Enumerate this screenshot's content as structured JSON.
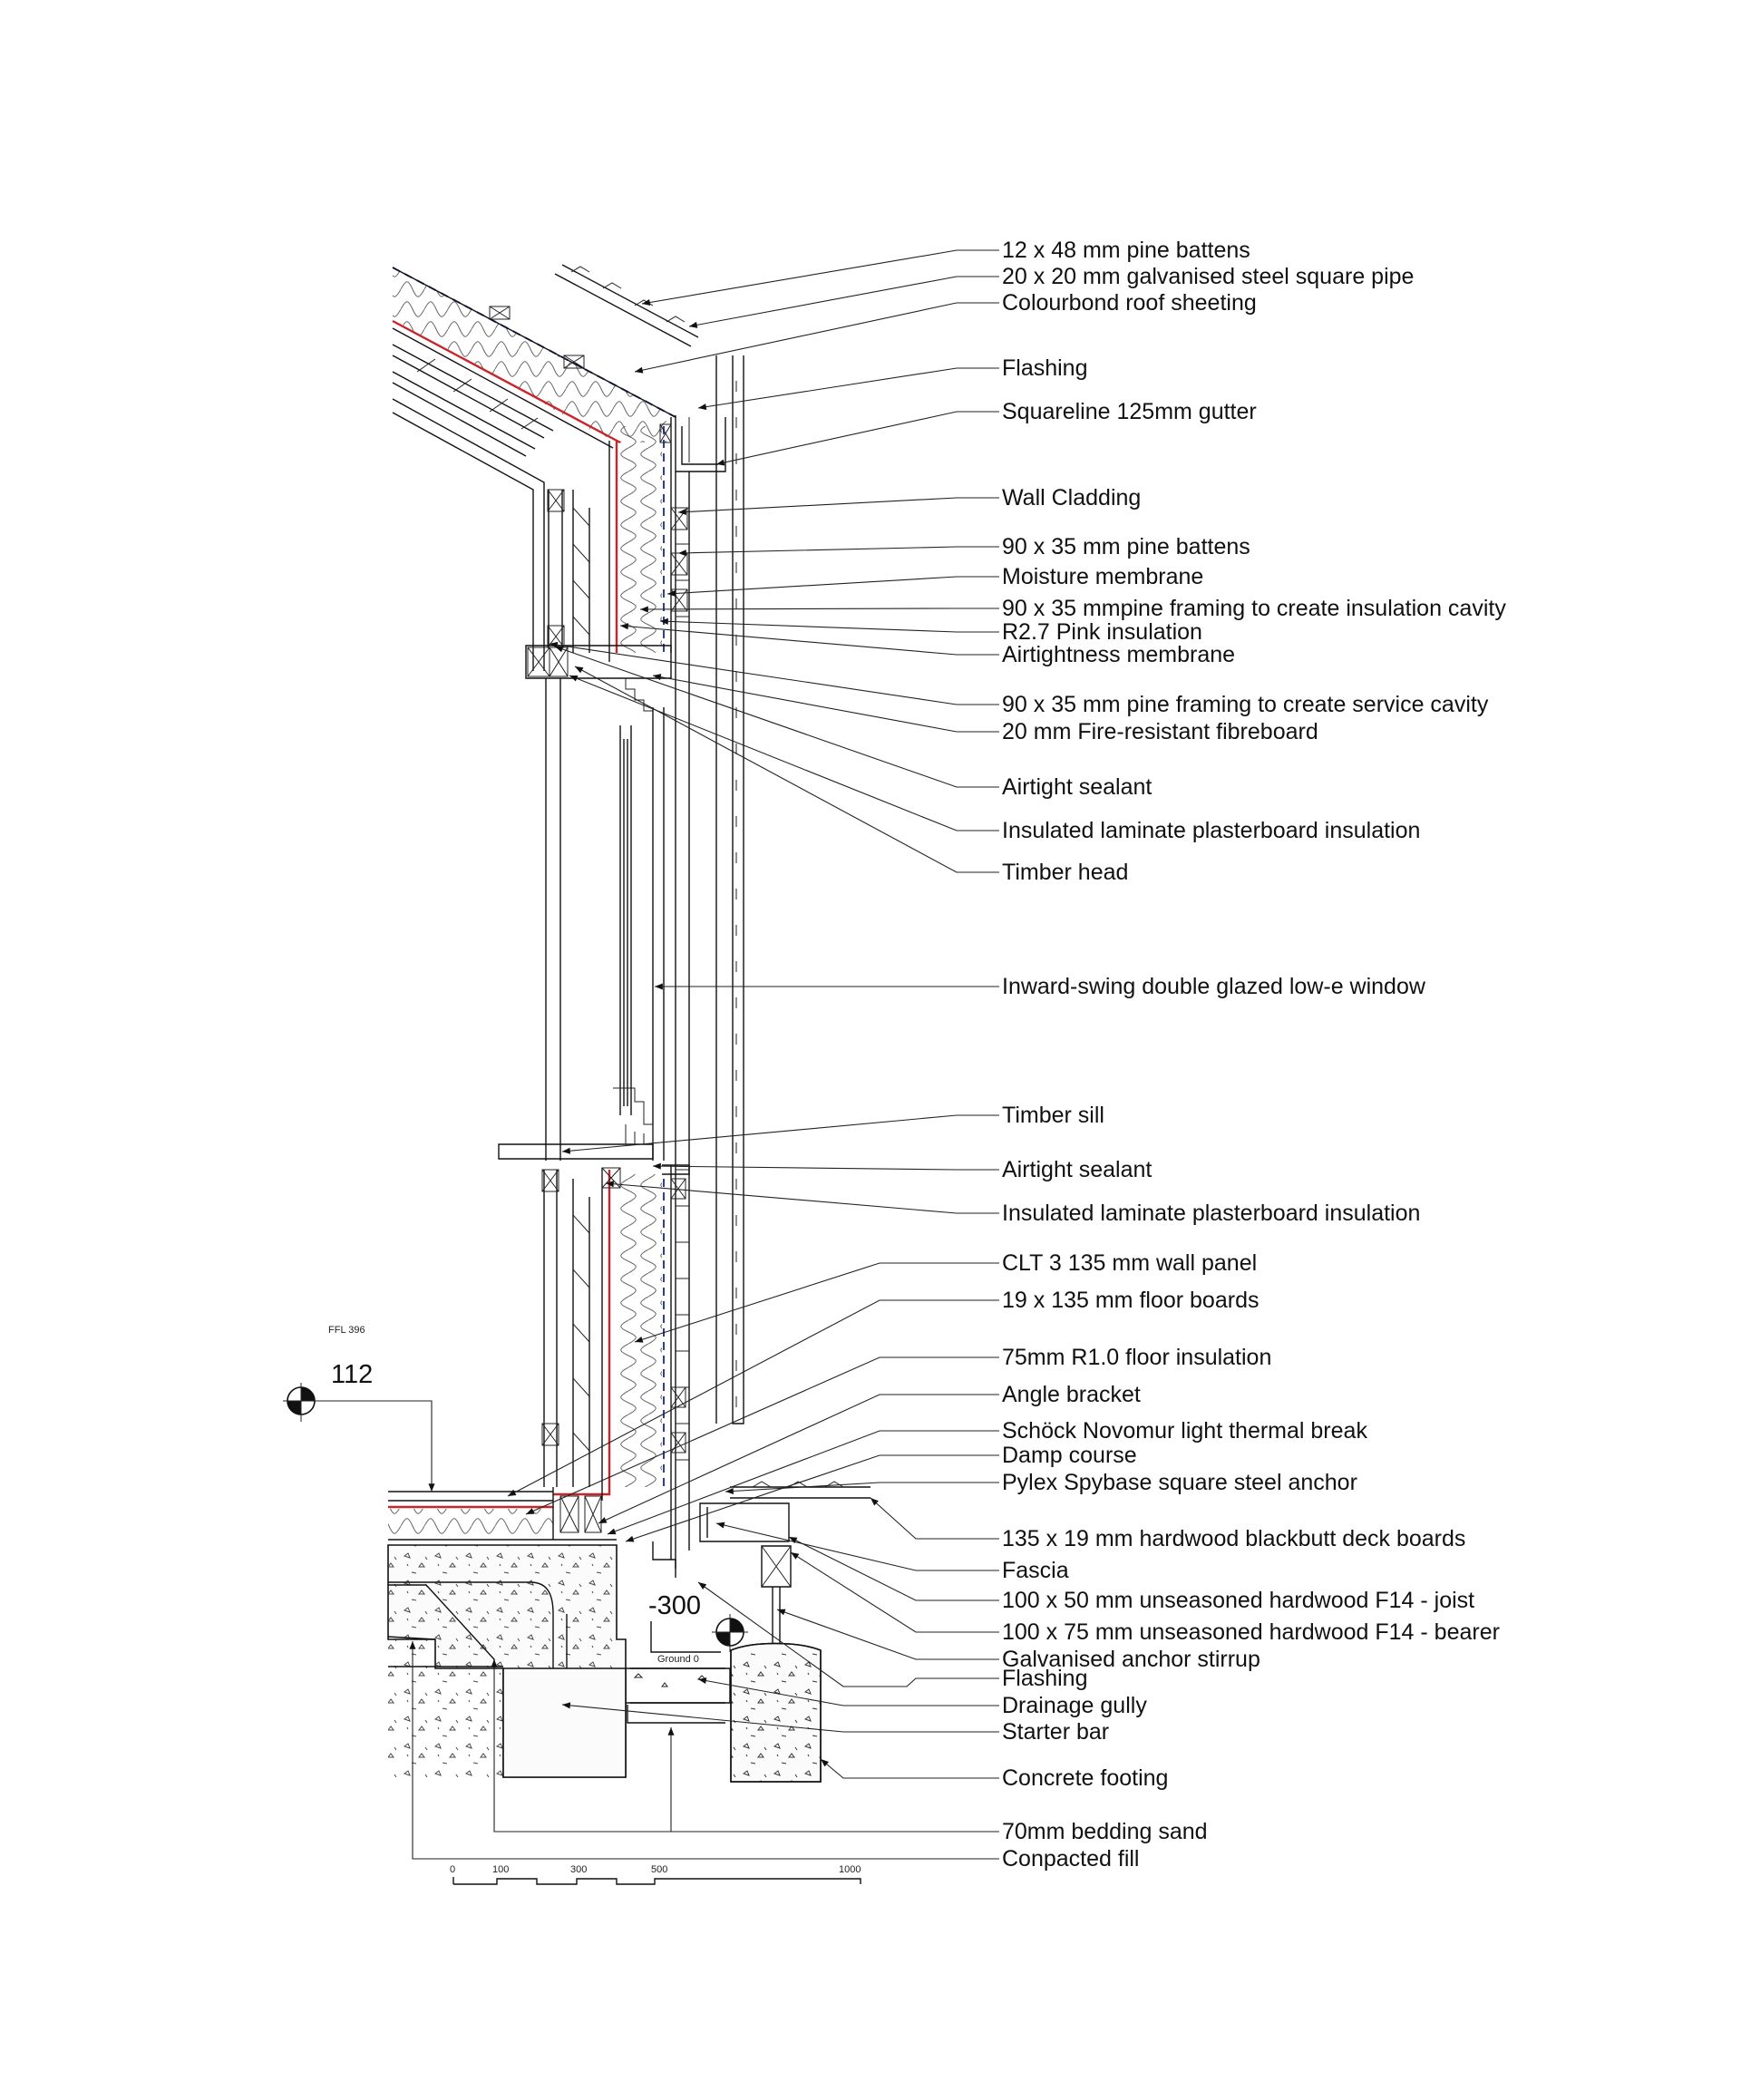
{
  "labels": [
    {
      "id": "pine-battens-12x48",
      "text": "12 x 48 mm pine battens"
    },
    {
      "id": "steel-square-pipe",
      "text": "20 x 20 mm galvanised steel square pipe"
    },
    {
      "id": "roof-sheeting",
      "text": "Colourbond roof sheeting"
    },
    {
      "id": "flashing-top",
      "text": "Flashing"
    },
    {
      "id": "gutter",
      "text": "Squareline 125mm gutter"
    },
    {
      "id": "wall-cladding",
      "text": "Wall Cladding"
    },
    {
      "id": "pine-battens-90x35",
      "text": "90 x 35 mm pine battens"
    },
    {
      "id": "moisture-membrane",
      "text": "Moisture membrane"
    },
    {
      "id": "insulation-cavity-framing",
      "text": "90 x 35 mmpine framing to create insulation cavity"
    },
    {
      "id": "pink-insulation",
      "text": "R2.7 Pink insulation"
    },
    {
      "id": "airtightness-membrane",
      "text": "Airtightness membrane"
    },
    {
      "id": "service-cavity-framing",
      "text": "90 x 35 mm pine framing to create service cavity"
    },
    {
      "id": "fibreboard",
      "text": "20 mm Fire-resistant fibreboard"
    },
    {
      "id": "airtight-sealant-top",
      "text": "Airtight sealant"
    },
    {
      "id": "plasterboard-top",
      "text": "Insulated laminate plasterboard insulation"
    },
    {
      "id": "timber-head",
      "text": "Timber head"
    },
    {
      "id": "window",
      "text": "Inward-swing double glazed low-e window"
    },
    {
      "id": "timber-sill",
      "text": "Timber sill"
    },
    {
      "id": "airtight-sealant-bottom",
      "text": "Airtight sealant"
    },
    {
      "id": "plasterboard-bottom",
      "text": "Insulated laminate plasterboard insulation"
    },
    {
      "id": "clt-wall-panel",
      "text": "CLT 3 135 mm wall panel"
    },
    {
      "id": "floor-boards",
      "text": "19 x 135 mm floor boards"
    },
    {
      "id": "floor-insulation",
      "text": "75mm R1.0 floor insulation"
    },
    {
      "id": "angle-bracket",
      "text": "Angle bracket"
    },
    {
      "id": "thermal-break",
      "text": "Schöck Novomur light thermal break"
    },
    {
      "id": "damp-course",
      "text": "Damp course"
    },
    {
      "id": "steel-anchor",
      "text": "Pylex Spybase square steel anchor"
    },
    {
      "id": "deck-boards",
      "text": "135 x 19 mm hardwood blackbutt deck boards"
    },
    {
      "id": "fascia",
      "text": "Fascia"
    },
    {
      "id": "joist",
      "text": "100 x 50 mm unseasoned hardwood F14 - joist"
    },
    {
      "id": "bearer",
      "text": "100 x 75 mm unseasoned hardwood F14 - bearer"
    },
    {
      "id": "anchor-stirrup",
      "text": "Galvanised anchor stirrup"
    },
    {
      "id": "flashing-bottom",
      "text": "Flashing"
    },
    {
      "id": "drainage-gully",
      "text": "Drainage gully"
    },
    {
      "id": "starter-bar",
      "text": "Starter bar"
    },
    {
      "id": "concrete-footing",
      "text": "Concrete footing"
    },
    {
      "id": "bedding-sand",
      "text": "70mm bedding sand"
    },
    {
      "id": "compacted-fill",
      "text": "Conpacted fill"
    }
  ],
  "levels": {
    "ffl_label": "FFL 396",
    "ffl_value": "112",
    "ground_label": "Ground 0",
    "ground_value": "-300"
  },
  "scale_bar": {
    "ticks": [
      "0",
      "100",
      "300",
      "500",
      "1000"
    ]
  },
  "colors": {
    "airtightness_membrane": "#c8262a",
    "moisture_membrane": "#2b3f9c",
    "line": "#111111"
  }
}
